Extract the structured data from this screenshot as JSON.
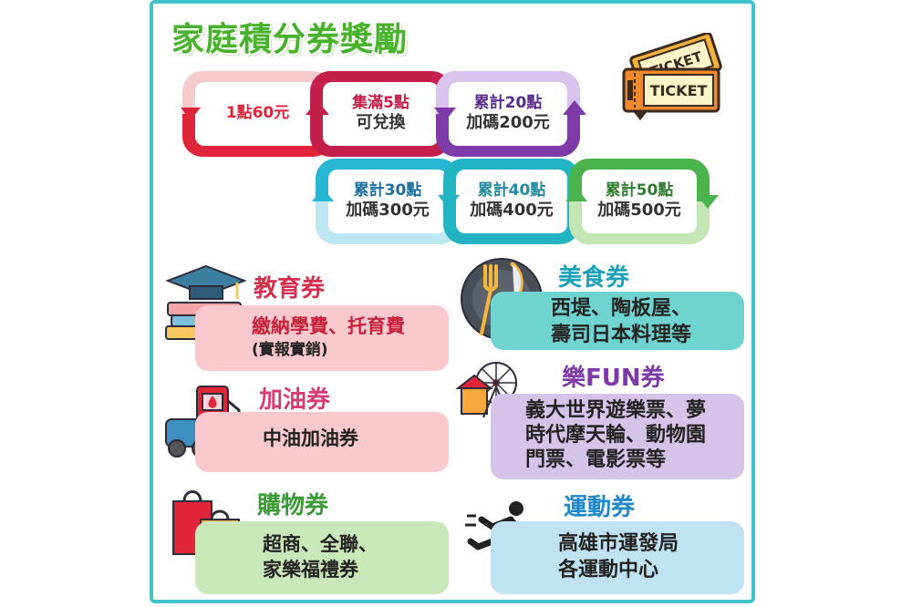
{
  "title": "家庭積分券獎勵",
  "ticket_icon": {
    "label": "TICKET",
    "icon": "ticket-icon"
  },
  "steps": [
    {
      "line1": "1點60元",
      "line2": ""
    },
    {
      "line1": "集滿5點",
      "line2": "可兌換"
    },
    {
      "line1": "累計20點",
      "line2": "加碼200元"
    },
    {
      "line1": "累計30點",
      "line2": "加碼300元"
    },
    {
      "line1": "累計40點",
      "line2": "加碼400元"
    },
    {
      "line1": "累計50點",
      "line2": "加碼500元"
    }
  ],
  "categories": {
    "education": {
      "title": "教育券",
      "lines": [
        "繳納學費、托育費",
        "(實報實銷)"
      ],
      "icon": "graduation-books-icon"
    },
    "fuel": {
      "title": "加油券",
      "lines": [
        "中油加油券"
      ],
      "icon": "gas-pump-icon"
    },
    "shopping": {
      "title": "購物券",
      "lines": [
        "超商、全聯、",
        "家樂福禮券"
      ],
      "icon": "shopping-bag-icon"
    },
    "food": {
      "title": "美食券",
      "lines": [
        "西堤、陶板屋、",
        "壽司日本料理等"
      ],
      "icon": "fork-knife-icon"
    },
    "fun": {
      "title": "樂FUN券",
      "lines": [
        "義大世界遊樂票、夢",
        "時代摩天輪、動物園",
        "門票、電影票等"
      ],
      "icon": "ferris-wheel-icon"
    },
    "sports": {
      "title": "運動券",
      "lines": [
        "高雄市運發局",
        "各運動中心"
      ],
      "icon": "runner-icon"
    }
  },
  "colors": {
    "frame": "#3fc2c9",
    "title": "#49b22d",
    "red": "#e0253a",
    "purple": "#7d3aa8",
    "cyan": "#28b6d3",
    "green": "#4bb34b",
    "pink_box": "#f9c9cd",
    "teal_box": "#6fd3cf",
    "lavender_box": "#d6c3ea",
    "green_box": "#c9e7b8",
    "blue_box": "#bfe3f3"
  }
}
